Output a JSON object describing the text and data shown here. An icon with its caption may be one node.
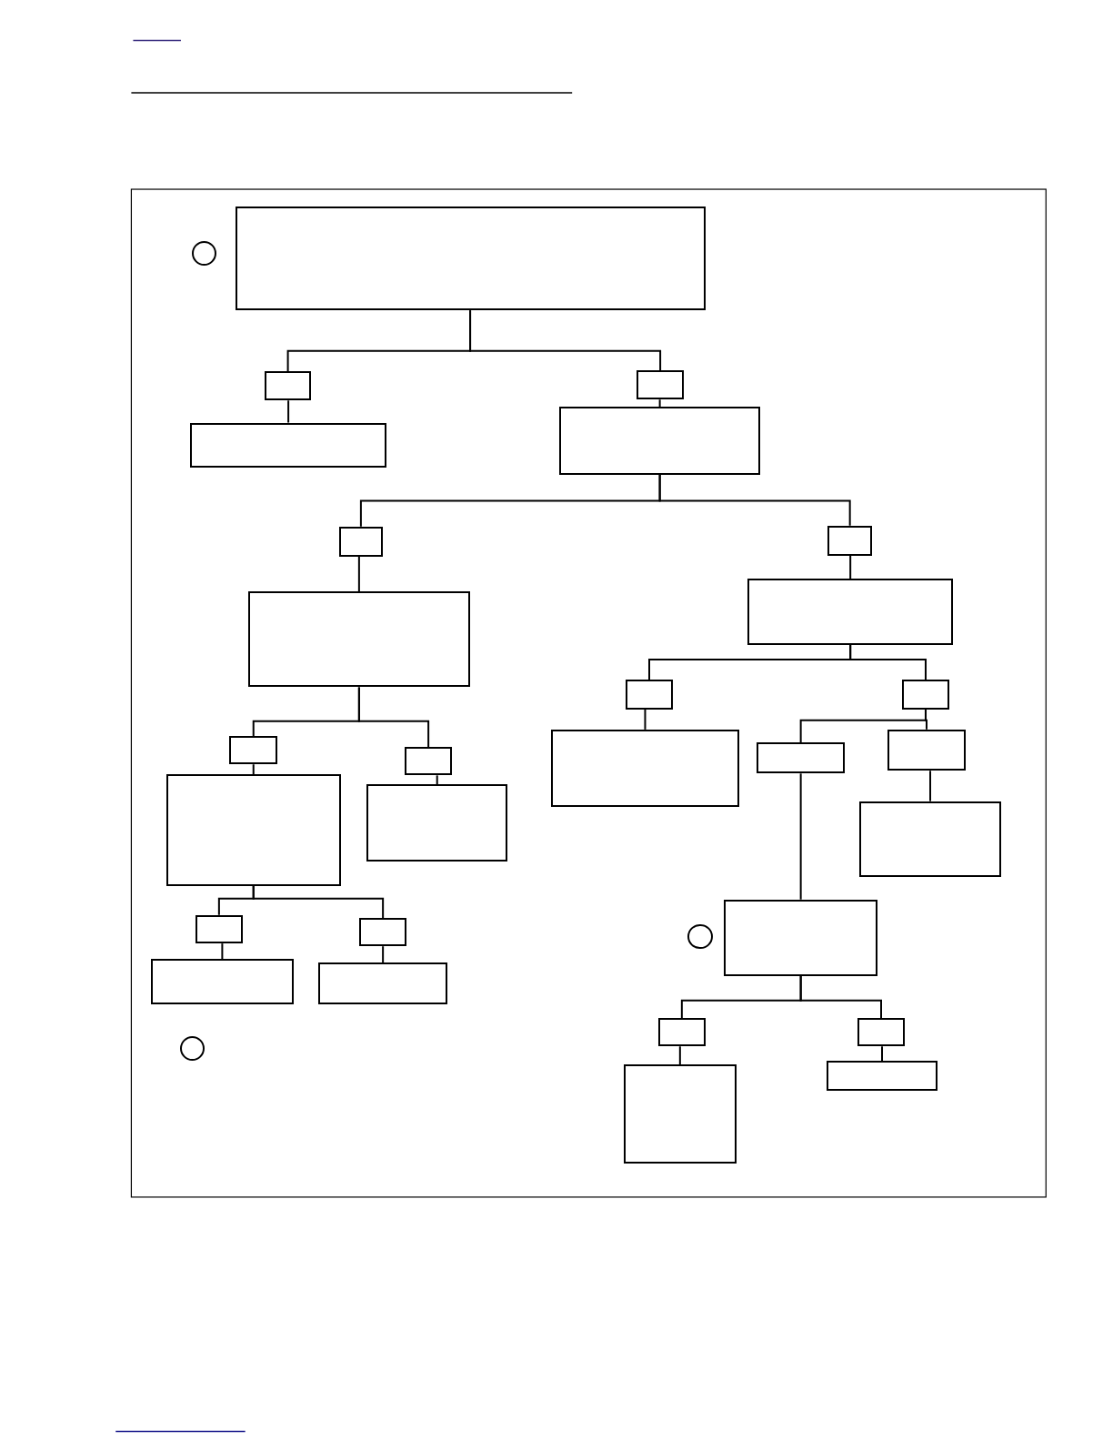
{
  "diagram": {
    "nodes": [
      {
        "text": [],
        "shape": "circle"
      },
      {
        "text": [],
        "shape": "box"
      },
      {
        "text": [],
        "shape": "box"
      },
      {
        "text": [],
        "shape": "box"
      },
      {
        "text": [],
        "shape": "box"
      },
      {
        "text": [],
        "shape": "box"
      },
      {
        "text": [],
        "shape": "box"
      },
      {
        "text": [],
        "shape": "box"
      },
      {
        "text": [],
        "shape": "box"
      },
      {
        "text": [],
        "shape": "box"
      },
      {
        "text": [],
        "shape": "box"
      },
      {
        "text": [],
        "shape": "box"
      },
      {
        "text": [],
        "shape": "box"
      },
      {
        "text": [],
        "shape": "box"
      },
      {
        "text": [],
        "shape": "box"
      },
      {
        "text": [],
        "shape": "box"
      },
      {
        "text": [],
        "shape": "box"
      },
      {
        "text": [],
        "shape": "box"
      },
      {
        "text": [],
        "shape": "box"
      },
      {
        "text": [],
        "shape": "box"
      },
      {
        "text": [],
        "shape": "box"
      },
      {
        "text": [],
        "shape": "box"
      },
      {
        "text": [],
        "shape": "circle"
      },
      {
        "text": [],
        "shape": "box"
      },
      {
        "text": [],
        "shape": "box"
      },
      {
        "text": [],
        "shape": "box"
      },
      {
        "text": [],
        "shape": "box"
      },
      {
        "text": [],
        "shape": "box"
      },
      {
        "text": [],
        "shape": "circle"
      },
      {
        "text": [],
        "shape": "box"
      },
      {
        "text": [],
        "shape": "box"
      }
    ],
    "edges": [
      {
        "from": 1,
        "to": 2,
        "arrow": "none"
      },
      {
        "from": 1,
        "to": 3,
        "arrow": "none"
      },
      {
        "from": 2,
        "to": 4,
        "arrow": "none"
      },
      {
        "from": 3,
        "to": 5,
        "arrow": "none"
      },
      {
        "from": 5,
        "to": 6,
        "arrow": "none"
      },
      {
        "from": 5,
        "to": 7,
        "arrow": "none"
      },
      {
        "from": 6,
        "to": 9,
        "arrow": "none"
      },
      {
        "from": 7,
        "to": 8,
        "arrow": "none"
      },
      {
        "from": 8,
        "to": 10,
        "arrow": "none"
      },
      {
        "from": 8,
        "to": 11,
        "arrow": "none"
      },
      {
        "from": 10,
        "to": 14,
        "arrow": "none"
      },
      {
        "from": 11,
        "to": 15,
        "arrow": "none"
      },
      {
        "from": 11,
        "to": 16,
        "arrow": "none"
      },
      {
        "from": 16,
        "to": 19,
        "arrow": "none"
      },
      {
        "from": 15,
        "to": 23,
        "arrow": "none"
      },
      {
        "from": 9,
        "to": 12,
        "arrow": "none"
      },
      {
        "from": 9,
        "to": 13,
        "arrow": "none"
      },
      {
        "from": 12,
        "to": 17,
        "arrow": "none"
      },
      {
        "from": 13,
        "to": 18,
        "arrow": "none"
      },
      {
        "from": 17,
        "to": 20,
        "arrow": "none"
      },
      {
        "from": 17,
        "to": 21,
        "arrow": "none"
      },
      {
        "from": 20,
        "to": 24,
        "arrow": "none"
      },
      {
        "from": 21,
        "to": 25,
        "arrow": "none"
      },
      {
        "from": 23,
        "to": 26,
        "arrow": "none"
      },
      {
        "from": 23,
        "to": 27,
        "arrow": "none"
      },
      {
        "from": 26,
        "to": 30,
        "arrow": "none"
      },
      {
        "from": 27,
        "to": 29,
        "arrow": "none"
      }
    ]
  }
}
